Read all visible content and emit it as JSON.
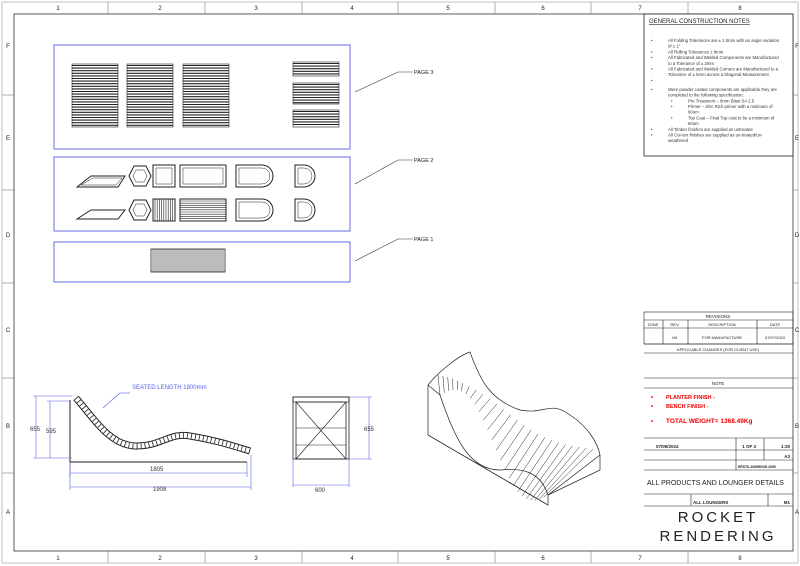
{
  "grid": {
    "columns": [
      "1",
      "2",
      "3",
      "4",
      "5",
      "6",
      "7",
      "8"
    ],
    "rows": [
      "F",
      "E",
      "D",
      "C",
      "B",
      "A"
    ]
  },
  "callouts": {
    "page3": "PAGE 3",
    "page2": "PAGE 2",
    "page1": "PAGE 1",
    "seated_length": "SEATED LENGTH 1800mm"
  },
  "dimensions": {
    "overall_height": "655",
    "seat_height": "595",
    "inner_length": "1805",
    "overall_length": "1908",
    "end_height": "655",
    "width": "600"
  },
  "notes": {
    "title": "GENERAL CONSTRUCTION NOTES",
    "items": [
      {
        "level": 1,
        "text": "All Folding Tolerances are ± 1.0mm with an angle variation"
      },
      {
        "level": 0,
        "text": "of ± 1°"
      },
      {
        "level": 1,
        "text": "All Rolling Tolerances ± 8mm"
      },
      {
        "level": 1,
        "text": "All Fabricated and Welded Components are Manufactured"
      },
      {
        "level": 0,
        "text": "to a Tolerance of ± 3mm"
      },
      {
        "level": 1,
        "text": "All Fabricated and Welded Corners are Manufactured to a"
      },
      {
        "level": 0,
        "text": "Tolerance of ± 5mm across a Diagonal Measurement"
      },
      {
        "level": 1,
        "text": ""
      },
      {
        "level": 1,
        "text": "Were powder coated components are applicable they are"
      },
      {
        "level": 0,
        "text": "completed to the following specification:"
      },
      {
        "level": 2,
        "text": "Pre Treatment – 6mm Blast SA 2.5"
      },
      {
        "level": 2,
        "text": "Primer – Zinc Rich primer with a minimum of"
      },
      {
        "level": 3,
        "text": "60um"
      },
      {
        "level": 2,
        "text": "Top Coat – Final Top coat to be a minimum of"
      },
      {
        "level": 3,
        "text": "60um"
      },
      {
        "level": 1,
        "text": "All Timber finishes are supplied as untreated"
      },
      {
        "level": 1,
        "text": "All Cor-ten finishes are supplied as un-treated/un-"
      },
      {
        "level": 0,
        "text": "weathered"
      }
    ]
  },
  "revisions": {
    "title": "REVISIONS",
    "headers": [
      "ZONE",
      "REV.",
      "DESCRIPTION",
      "DATE"
    ],
    "rows": [
      [
        "",
        "M1",
        "FOR MANUFACTURE",
        "07/07/2024"
      ]
    ]
  },
  "approvals_title": "APPLICABLE CHANGES (FOR CLIENT USE)",
  "note_box": {
    "title": "NOTE",
    "items": [
      "PLANTER FINISH -",
      "BENCH FINISH -",
      "TOTAL WEIGHT= 1368.49Kg"
    ]
  },
  "title_block": {
    "date": "07/09/2024",
    "sheet": "1 OF 3",
    "scale": "1:30",
    "size": "A3",
    "drawing_ref": "RRSTD-1085HHOE-2085",
    "drawing_title": "ALL PRODUCTS AND LOUNGER DETAILS",
    "drawing_no": "ALL LOUNGERS",
    "rev": "M1",
    "logo": "ROCKET RENDERING"
  },
  "colors": {
    "leader": "#5560e8",
    "weight_text": "#ee0000",
    "line": "#222222"
  }
}
